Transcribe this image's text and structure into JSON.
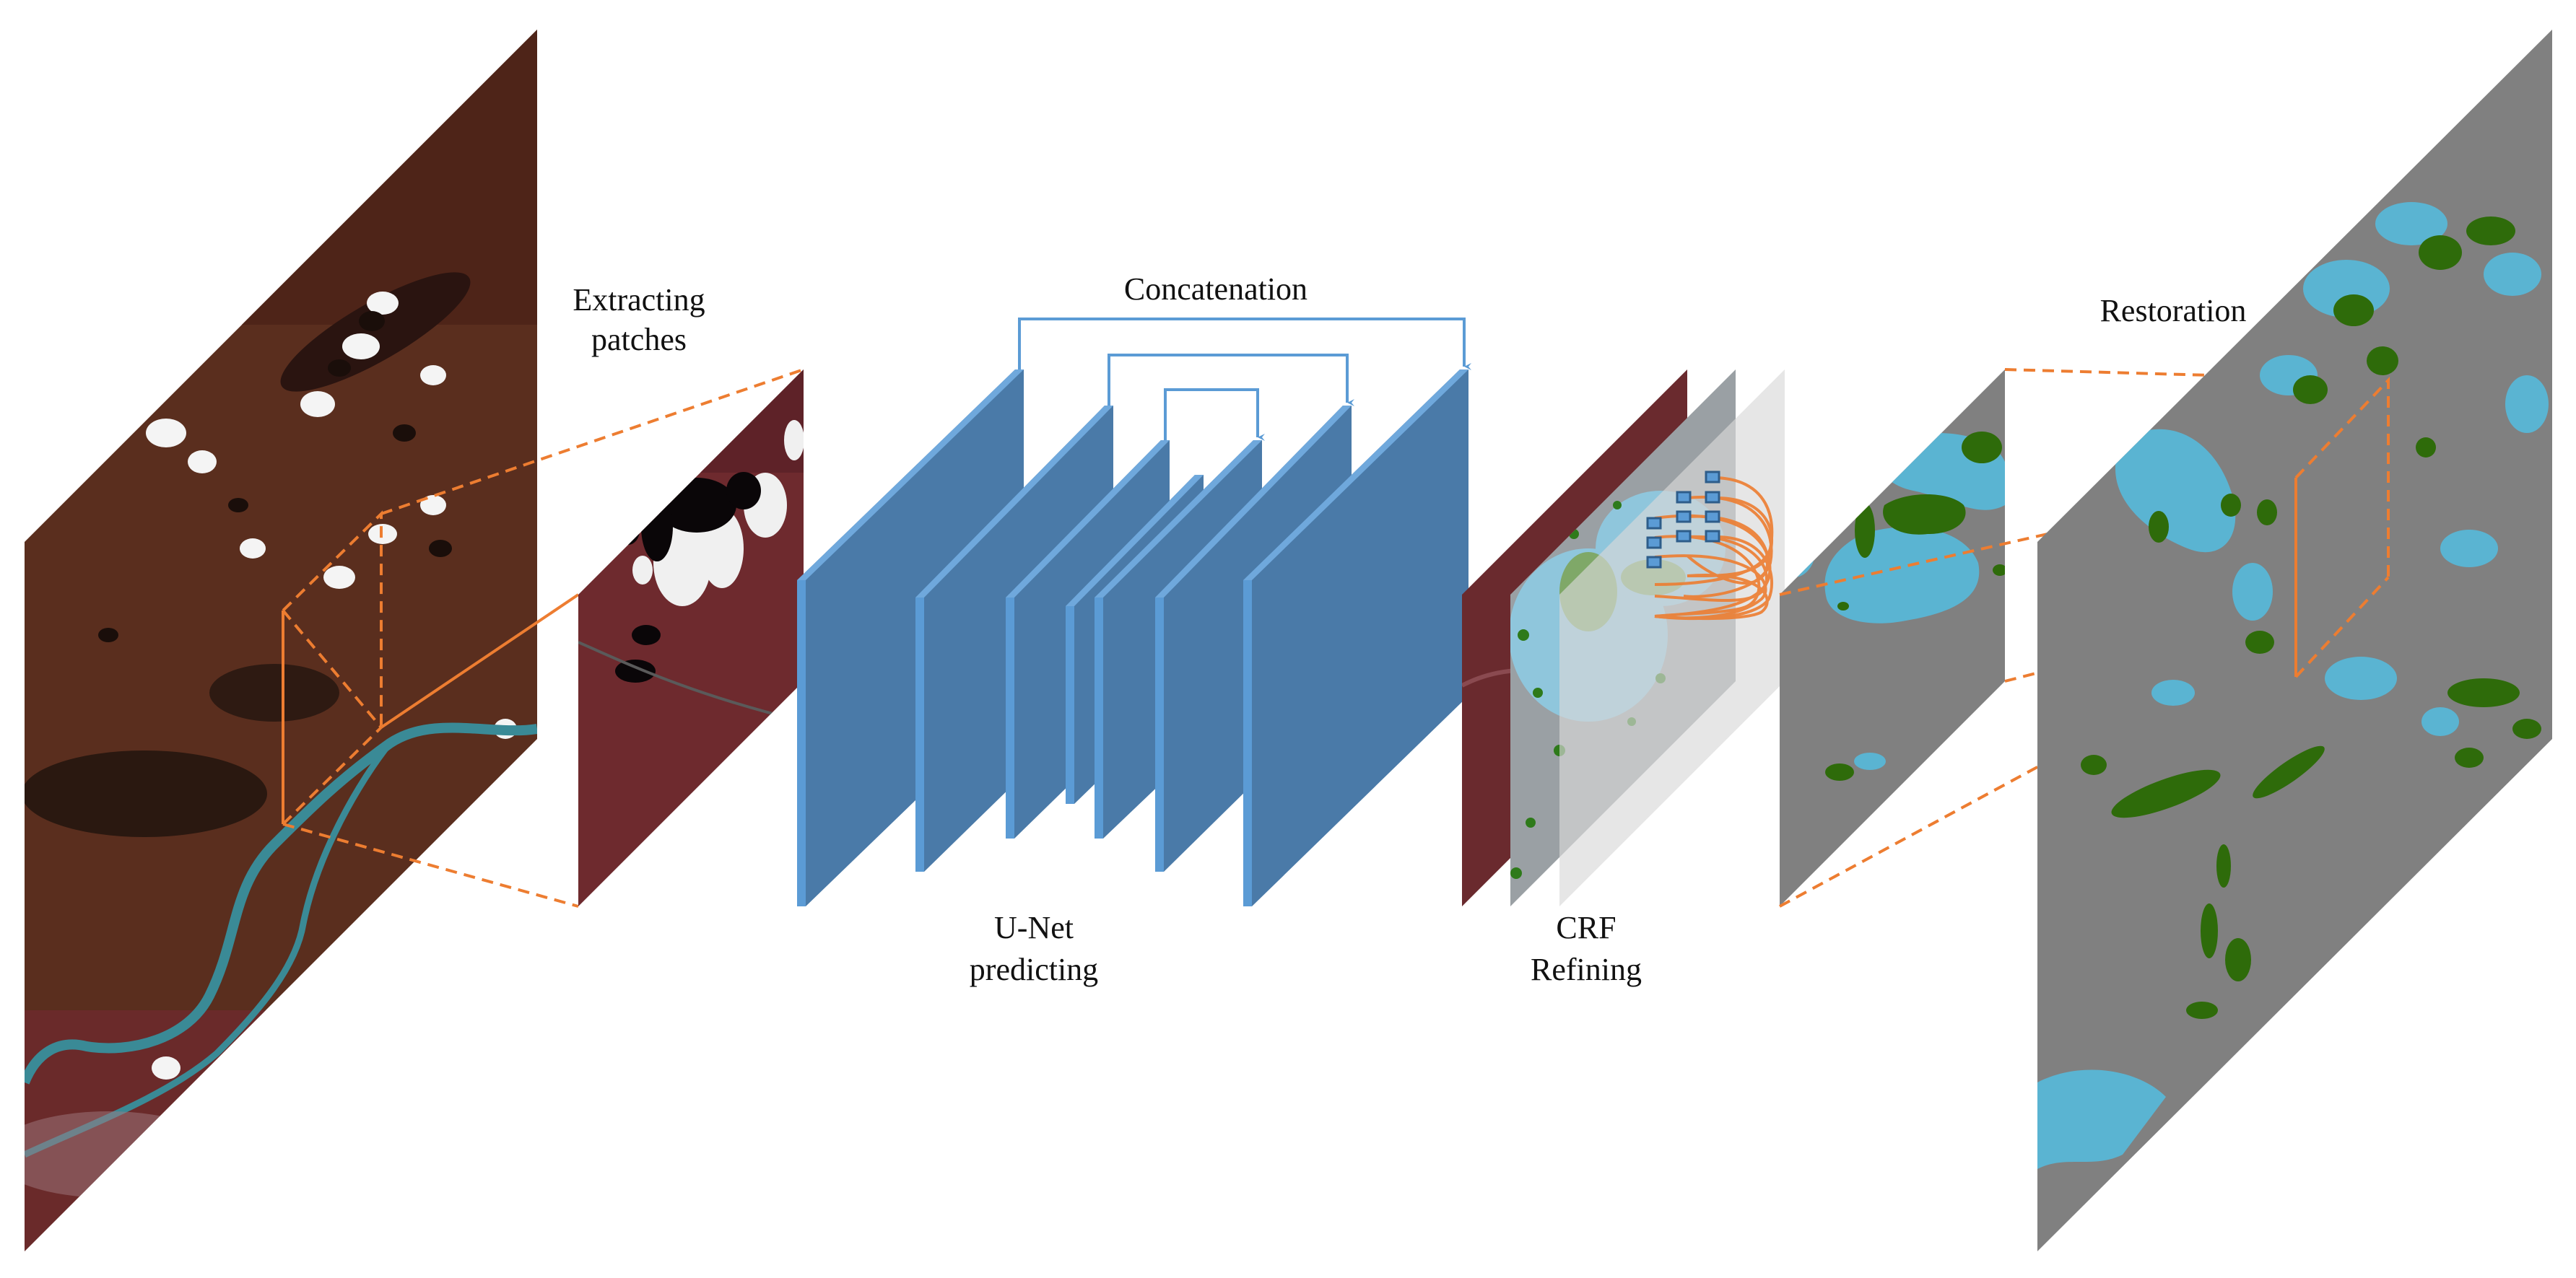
{
  "labels": {
    "extracting": {
      "line1": "Extracting",
      "line2": "patches"
    },
    "concatenation": "Concatenation",
    "unet": {
      "line1": "U-Net",
      "line2": "predicting"
    },
    "crf": {
      "line1": "CRF",
      "line2": "Refining"
    },
    "restoration": "Restoration"
  },
  "stages": [
    {
      "id": "input-image",
      "description": "Large false-color satellite scene (brown terrain, white clouds, dark shadows, blue river)"
    },
    {
      "id": "image-patch",
      "description": "Extracted patch (red-tinted terrain with clouds and shadows)"
    },
    {
      "id": "unet",
      "description": "U-Net encoder-decoder: 7 slabs with 3 skip connections"
    },
    {
      "id": "crf",
      "description": "CRF refinement: image layer, prediction layer, translucent layer, fully-connected nodes"
    },
    {
      "id": "patch-result",
      "description": "Refined patch classification (gray background, cyan cloud, green shadow)"
    },
    {
      "id": "restored-map",
      "description": "Restored full-scene classification map"
    }
  ],
  "unet_slabs": 7,
  "skip_connections": 3,
  "crf_nodes": 10,
  "colors": {
    "slab_face": "#4a7aa8",
    "slab_edge": "#5b9bd5",
    "arrow": "#5b9bd5",
    "guide_orange": "#ed7d31",
    "map_gray": "#808080",
    "cloud_cyan": "#5ab4d2",
    "shadow_green": "#2e6b0a",
    "terrain_brown": "#5a2e1e",
    "patch_red": "#6e2a2e",
    "crf_layer": "#dddddd",
    "text": "#111111"
  }
}
